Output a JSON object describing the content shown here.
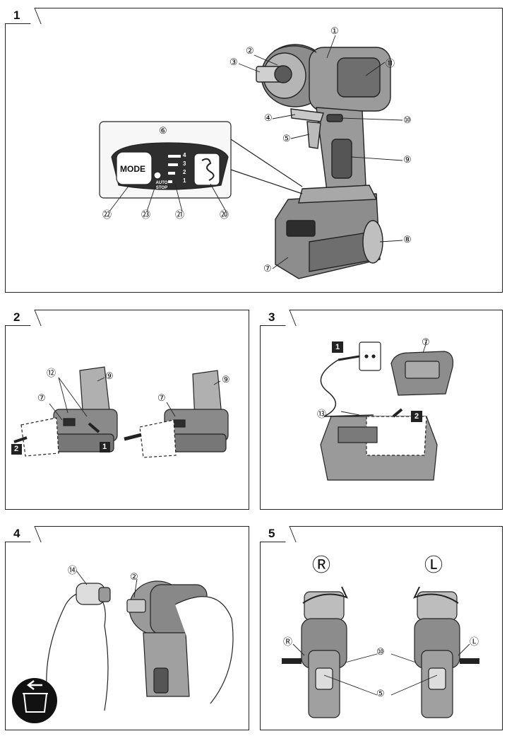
{
  "panels": [
    {
      "number": "1"
    },
    {
      "number": "2"
    },
    {
      "number": "3"
    },
    {
      "number": "4"
    },
    {
      "number": "5"
    }
  ],
  "fig1": {
    "callouts": [
      "①",
      "②",
      "③",
      "④",
      "⑤",
      "⑥",
      "⑦",
      "⑧",
      "⑨",
      "⑩",
      "⑪",
      "⑳",
      "㉑",
      "㉒",
      "㉓"
    ],
    "mode_label": "MODE",
    "auto_stop_label": "AUTO STOP",
    "level_labels": [
      "4",
      "3",
      "2",
      "1"
    ]
  },
  "fig2": {
    "callouts": [
      "⑫",
      "⑦",
      "⑨",
      "⑦",
      "⑨"
    ],
    "steps": [
      "2",
      "1"
    ]
  },
  "fig3": {
    "callouts": [
      "⑦",
      "⑬"
    ],
    "steps": [
      "1",
      "2"
    ]
  },
  "fig4": {
    "callouts": [
      "⑭",
      "②"
    ]
  },
  "fig5": {
    "big_labels": [
      "Ⓡ",
      "Ⓛ"
    ],
    "callouts": [
      "Ⓡ",
      "⑩",
      "Ⓛ",
      "⑤"
    ]
  },
  "colors": {
    "line": "#222222",
    "grey": "#8a8a8a",
    "light": "#d9d9d9",
    "dark": "#3a3a3a"
  }
}
